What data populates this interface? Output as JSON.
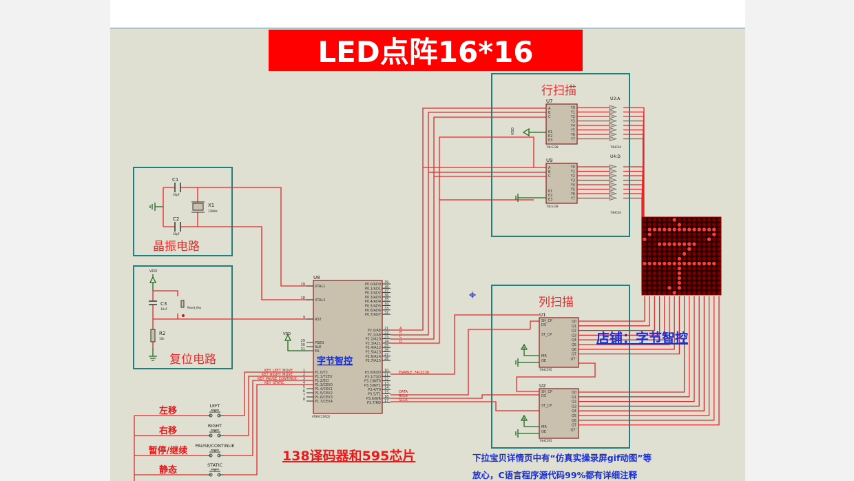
{
  "title": "LED点阵16*16",
  "colors": {
    "title_bg": "#ff0000",
    "wire": "#e8262a",
    "frame": "#1f7f7f",
    "watermark": "#1a2fd0",
    "led_on": "#ff3b3b",
    "led_off": "#7a0000"
  },
  "crystal": {
    "label": "晶振电路",
    "c1": "C1",
    "c1_val": "30pF",
    "c2": "C2",
    "c2_val": "30pF",
    "x1": "X1",
    "x1_val": "12MHz"
  },
  "reset": {
    "label": "复位电路",
    "vdd": "VDD",
    "c3": "C3",
    "c3_val": "10uF",
    "r2": "R2",
    "r2_val": "10k",
    "key": "Reset_Key"
  },
  "mcu": {
    "ref": "U8",
    "part": "AT89C51RD2",
    "vdd": "VDD",
    "watermark": "字节智控",
    "left_pins": [
      {
        "num": "19",
        "name": "XTAL1"
      },
      {
        "num": "18",
        "name": "XTAL2"
      },
      {
        "num": "9",
        "name": "RST"
      },
      {
        "num": "29",
        "name": "PSEN"
      },
      {
        "num": "30",
        "name": "ALE"
      },
      {
        "num": "31",
        "name": "EA"
      },
      {
        "num": "1",
        "name": "P1.0/T2"
      },
      {
        "num": "2",
        "name": "P1.1/T2EX"
      },
      {
        "num": "3",
        "name": "P1.2/ECI"
      },
      {
        "num": "4",
        "name": "P1.3/CEX0"
      },
      {
        "num": "5",
        "name": "P1.4/CEX1"
      },
      {
        "num": "6",
        "name": "P1.5/CEX2"
      },
      {
        "num": "7",
        "name": "P1.6/CEX3"
      },
      {
        "num": "8",
        "name": "P1.7/CEX4"
      }
    ],
    "right_pins": [
      {
        "num": "39",
        "name": "P0.0/AD0"
      },
      {
        "num": "38",
        "name": "P0.1/AD1"
      },
      {
        "num": "37",
        "name": "P0.2/AD2"
      },
      {
        "num": "36",
        "name": "P0.3/AD3"
      },
      {
        "num": "35",
        "name": "P0.4/AD4"
      },
      {
        "num": "34",
        "name": "P0.5/AD5"
      },
      {
        "num": "33",
        "name": "P0.6/AD6"
      },
      {
        "num": "32",
        "name": "P0.7/AD7"
      },
      {
        "num": "21",
        "name": "P2.0/A8"
      },
      {
        "num": "22",
        "name": "P2.1/A9"
      },
      {
        "num": "23",
        "name": "P2.2/A10"
      },
      {
        "num": "24",
        "name": "P2.3/A11"
      },
      {
        "num": "25",
        "name": "P2.4/A12"
      },
      {
        "num": "26",
        "name": "P2.5/A13"
      },
      {
        "num": "27",
        "name": "P2.6/A14"
      },
      {
        "num": "28",
        "name": "P2.7/A15"
      },
      {
        "num": "10",
        "name": "P3.0/RXD"
      },
      {
        "num": "11",
        "name": "P3.1/TXD"
      },
      {
        "num": "12",
        "name": "P3.2/INT0"
      },
      {
        "num": "13",
        "name": "P3.3/INT1"
      },
      {
        "num": "14",
        "name": "P3.4/T0"
      },
      {
        "num": "15",
        "name": "P3.5/T1"
      },
      {
        "num": "16",
        "name": "P3.6/WR"
      },
      {
        "num": "17",
        "name": "P3.7/RD"
      }
    ]
  },
  "nets": {
    "a": "A",
    "b": "B",
    "c": "C",
    "d": "D",
    "enable": "ENABLE_74LS138",
    "data": "DATA",
    "rclk": "RCLK",
    "sclk": "SCLK",
    "key_left": "KEY_LEFT_MOVE",
    "key_right": "KEY_RIGHT_MOVE",
    "key_pause": "KEY_PAUSE_CONTINUE",
    "key_static": "KEY_STATIC"
  },
  "buttons": [
    {
      "label": "左移",
      "name": "LEFT"
    },
    {
      "label": "右移",
      "name": "RIGHT"
    },
    {
      "label": "暂停/继续",
      "name": "PAUSE/CONTINUE"
    },
    {
      "label": "静态",
      "name": "STATIC"
    }
  ],
  "row_scan": {
    "label": "行扫描",
    "u7": "U7",
    "u9": "U9",
    "decoder_part": "74LS138",
    "inv_a": "U3:A",
    "inv_b": "U4:D",
    "inv_part": "74HC04",
    "vdd": "VDD",
    "decoder_pins": [
      "A",
      "B",
      "C",
      "E1",
      "E2",
      "E3"
    ],
    "decoder_outputs": [
      "Y0",
      "Y1",
      "Y2",
      "Y3",
      "Y4",
      "Y5",
      "Y6",
      "Y7"
    ]
  },
  "col_scan": {
    "label": "列扫描",
    "u1": "U1",
    "u2": "U2",
    "part": "74HC595",
    "in_pins": [
      "SH_CP",
      "DS",
      "ST_CP",
      "MR",
      "OE"
    ],
    "out_pins": [
      "Q0",
      "Q1",
      "Q2",
      "Q3",
      "Q4",
      "Q5",
      "Q6",
      "Q7",
      "Q7'"
    ]
  },
  "led_matrix": {
    "rows": [
      "0000001000000000",
      "0000000100000000",
      "0111111111111110",
      "0100000000000010",
      "1000000000000100",
      "0001111111100000",
      "0000000001000000",
      "0000000010000000",
      "0000000100000000",
      "1111111111111110",
      "0000000100000000",
      "0000000100000000",
      "0000000100000000",
      "0000000100000000",
      "0000010100000000",
      "0000001000000000"
    ]
  },
  "shop_label": "店铺：字节智控",
  "chip_caption": "138译码器和595芯片",
  "notes": [
    "下拉宝贝详情页中有“仿真实操录屏gif动图”等",
    "放心，C语言程序源代码99%都有详细注释"
  ]
}
